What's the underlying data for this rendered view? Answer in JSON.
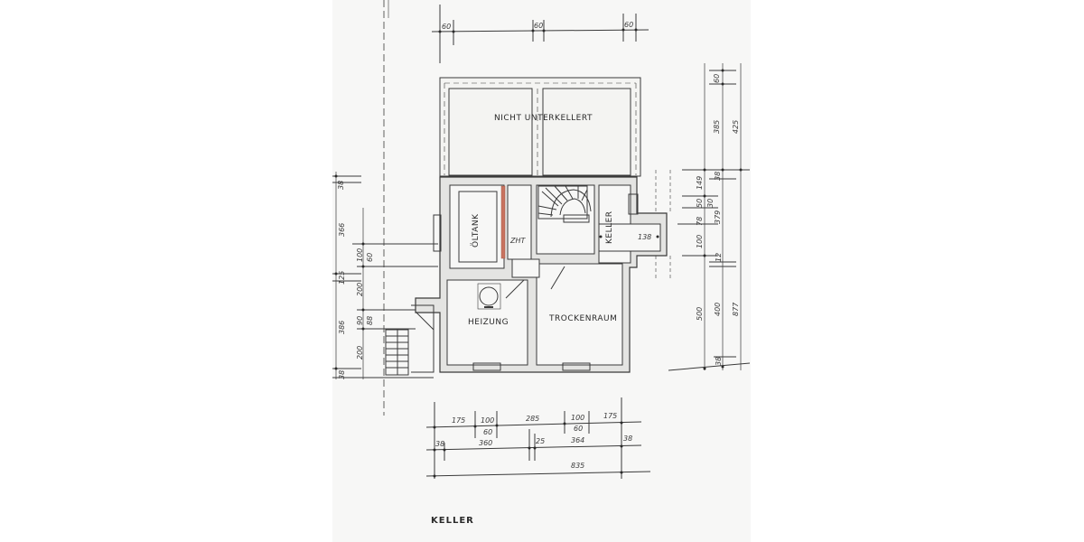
{
  "drawing": {
    "title": "KELLER",
    "rooms": {
      "unexcavated": "NICHT UNTERKELLERT",
      "oil_tank": "ÖLTANK",
      "cellar": "KELLER",
      "heating": "HEIZUNG",
      "drying_room": "TROCKENRAUM",
      "fuse_mark": "ZHT"
    },
    "dims_top": [
      "60",
      "60",
      "60"
    ],
    "dims_right_inner": [
      "60",
      "385",
      "38",
      "149",
      "50",
      "30",
      "78",
      "100",
      "12",
      "500",
      "38"
    ],
    "dims_right_outer": [
      "425",
      "379",
      "400",
      "877"
    ],
    "dims_left": [
      "38",
      "366",
      "100",
      "60",
      "125",
      "200",
      "90",
      "88",
      "386",
      "200",
      "38"
    ],
    "dims_bottom_row1": [
      "175",
      "100",
      "60",
      "285",
      "100",
      "60",
      "175"
    ],
    "dims_bottom_row2": [
      "38",
      "360",
      "25",
      "364",
      "38"
    ],
    "dims_bottom_total": "835",
    "keller_width": "138",
    "colors": {
      "line": "#3a3a3a",
      "wall_fill": "#e4e4e2",
      "paper": "#f7f7f6",
      "accent_red": "#c8735f"
    }
  }
}
